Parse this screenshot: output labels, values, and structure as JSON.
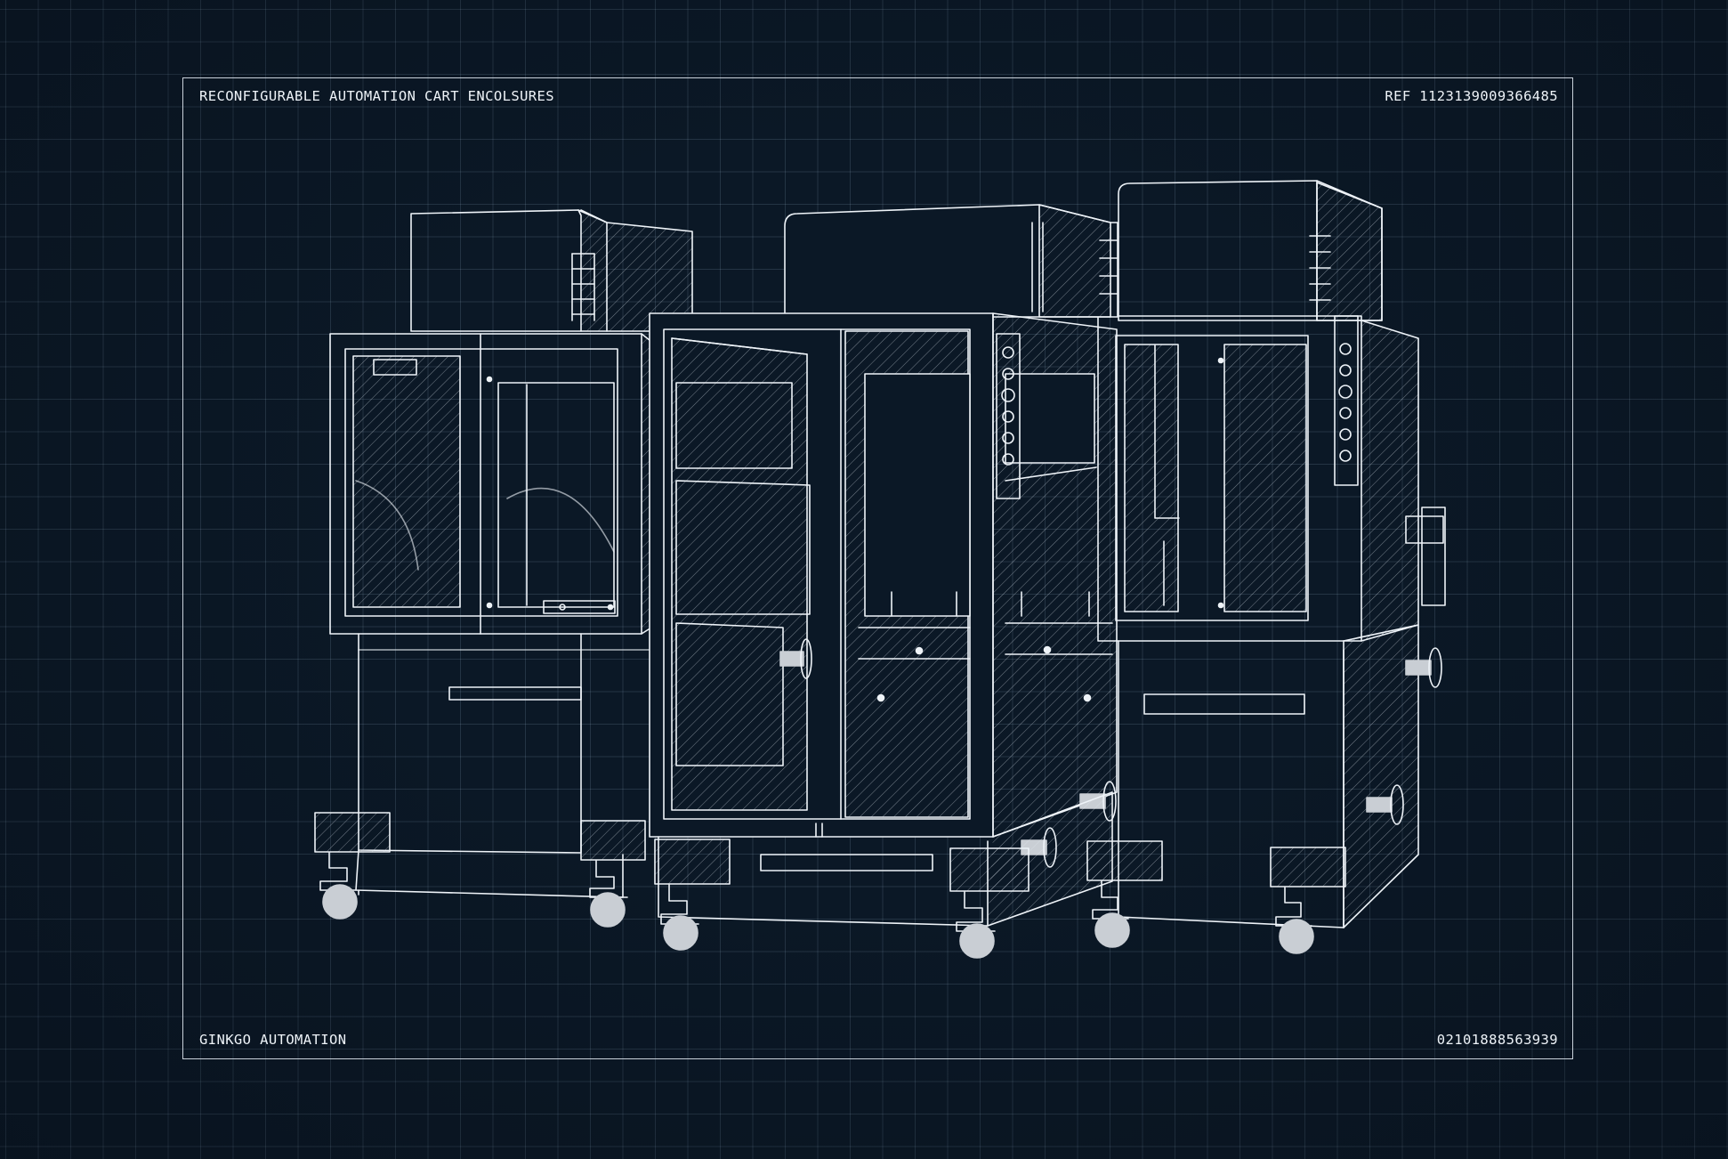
{
  "header": {
    "title": "RECONFIGURABLE AUTOMATION CART ENCOLSURES",
    "ref": "REF 1123139009366485"
  },
  "footer": {
    "company": "GINKGO AUTOMATION",
    "number": "02101888563939"
  },
  "colors": {
    "background": "#0b1826",
    "line": "#eef3f8",
    "caster": "#c9ced4"
  }
}
